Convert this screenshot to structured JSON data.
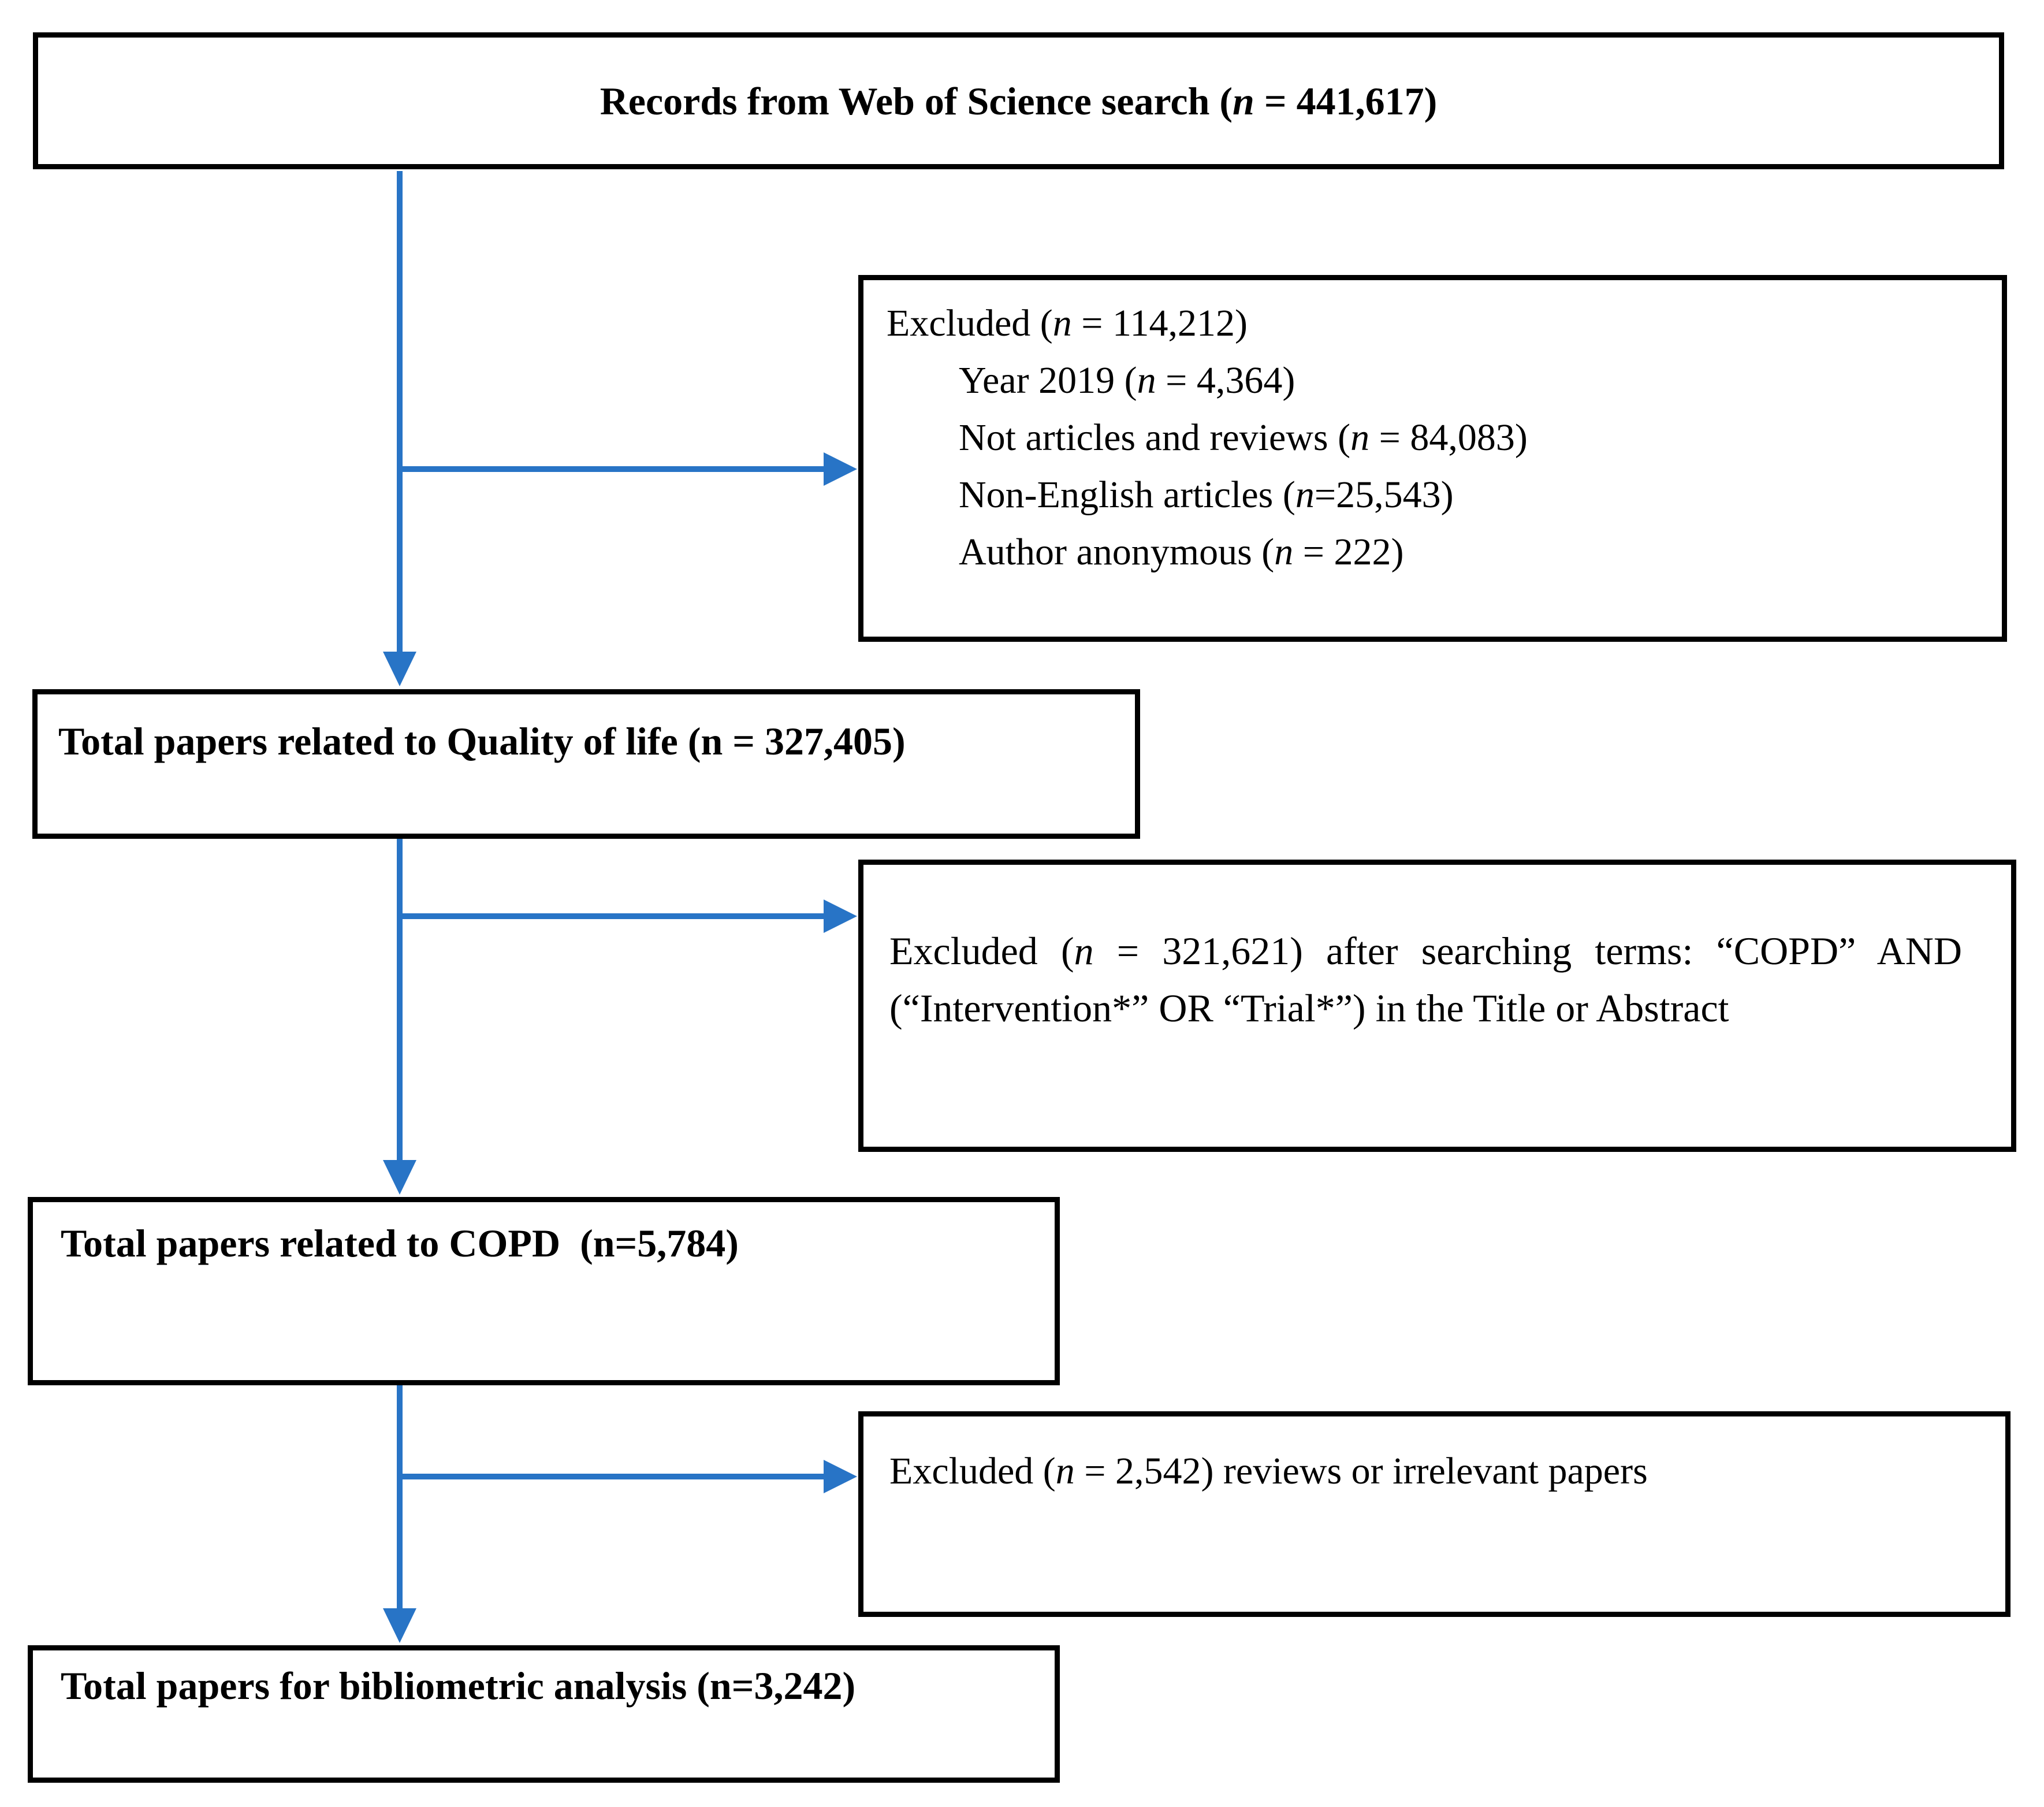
{
  "colors": {
    "arrow": "#2874C6",
    "box_border": "#000000",
    "background": "#ffffff",
    "text": "#000000"
  },
  "boxes": {
    "records": {
      "pre": "Records from Web of Science search (",
      "n": "n",
      "post": " = 441,617)"
    },
    "excluded_initial": {
      "lines": [
        {
          "pre": "Excluded (",
          "n": "n",
          "post": " = 114,212)"
        },
        {
          "pre": "Year 2019 (",
          "n": "n",
          "post": " = 4,364)"
        },
        {
          "pre": "Not articles and reviews (",
          "n": "n",
          "post": " = 84,083)"
        },
        {
          "pre": "Non-English articles (",
          "n": "n",
          "post": "=25,543)"
        },
        {
          "pre": "Author anonymous (",
          "n": "n",
          "post": " = 222)"
        }
      ]
    },
    "qol_total": {
      "label": "Total papers related to Quality of life (n = 327,405)"
    },
    "excluded_search": {
      "pre": "Excluded (",
      "n": "n",
      "post": " = 321,621) after searching terms: “COPD” AND (“Intervention*” OR “Trial*”) in the Title or Abstract"
    },
    "copd_total": {
      "label": "Total papers related to COPD  (n=5,784)"
    },
    "excluded_reviews": {
      "pre": "Excluded (",
      "n": "n",
      "post": " = 2,542) reviews or irrelevant papers"
    },
    "final_total": {
      "label": "Total papers for bibliometric analysis (n=3,242)"
    }
  }
}
